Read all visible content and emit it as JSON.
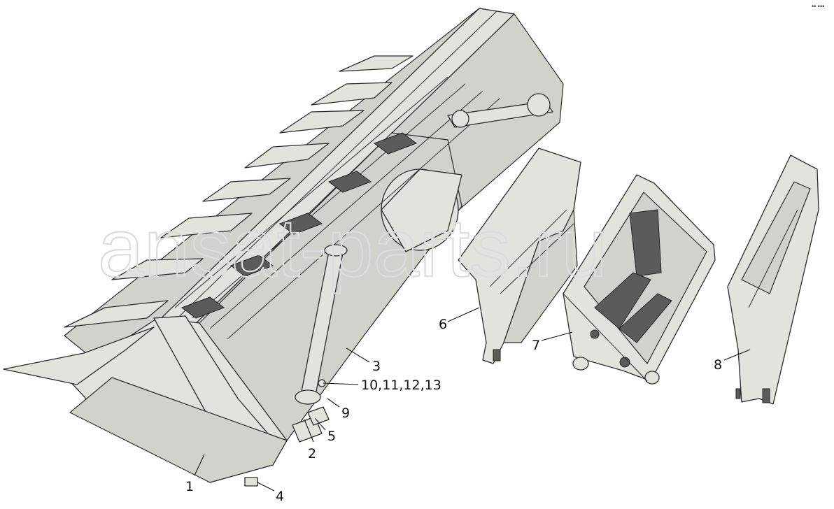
{
  "watermark": "ansat-parts.ru",
  "corner_mark": "•• •••",
  "callouts": [
    "1",
    "2",
    "3",
    "4",
    "5",
    "6",
    "7",
    "8",
    "9",
    "10,11,12,13"
  ]
}
